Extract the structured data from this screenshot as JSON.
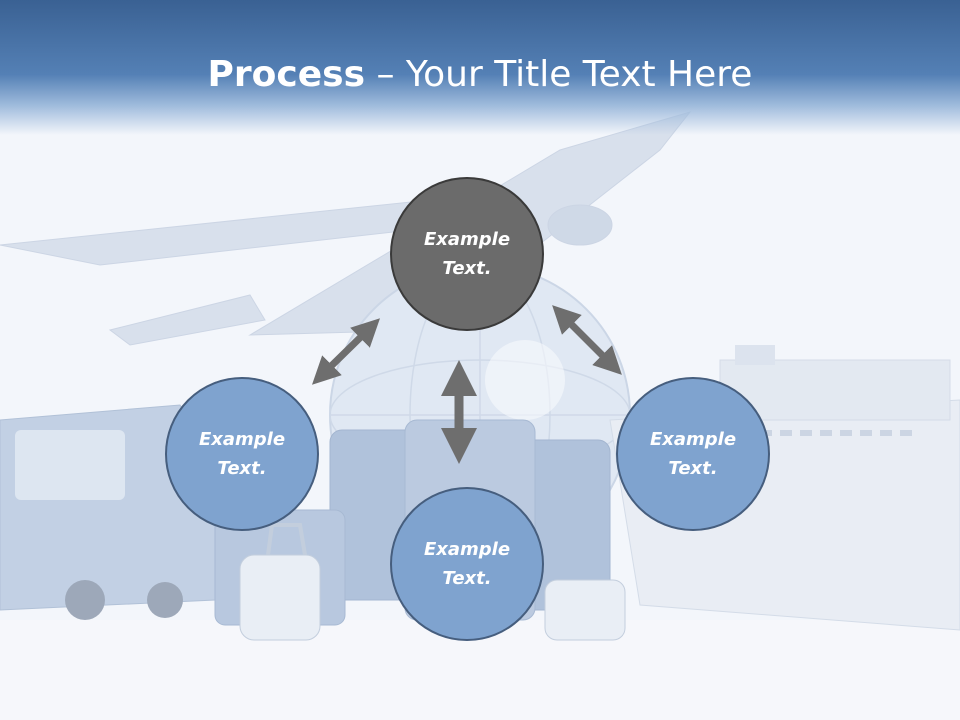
{
  "slide": {
    "title_bold": "Process",
    "title_rest": " – Your Title Text Here"
  },
  "nodes": [
    {
      "id": "top",
      "label": "Example Text."
    },
    {
      "id": "left",
      "label": "Example Text."
    },
    {
      "id": "bottom",
      "label": "Example Text."
    },
    {
      "id": "right",
      "label": "Example Text."
    }
  ],
  "colors": {
    "header": "#3a6193",
    "top_node": "#6b6b6b",
    "blue_node": "#7fa3cf",
    "arrow": "#6e6e6e"
  }
}
